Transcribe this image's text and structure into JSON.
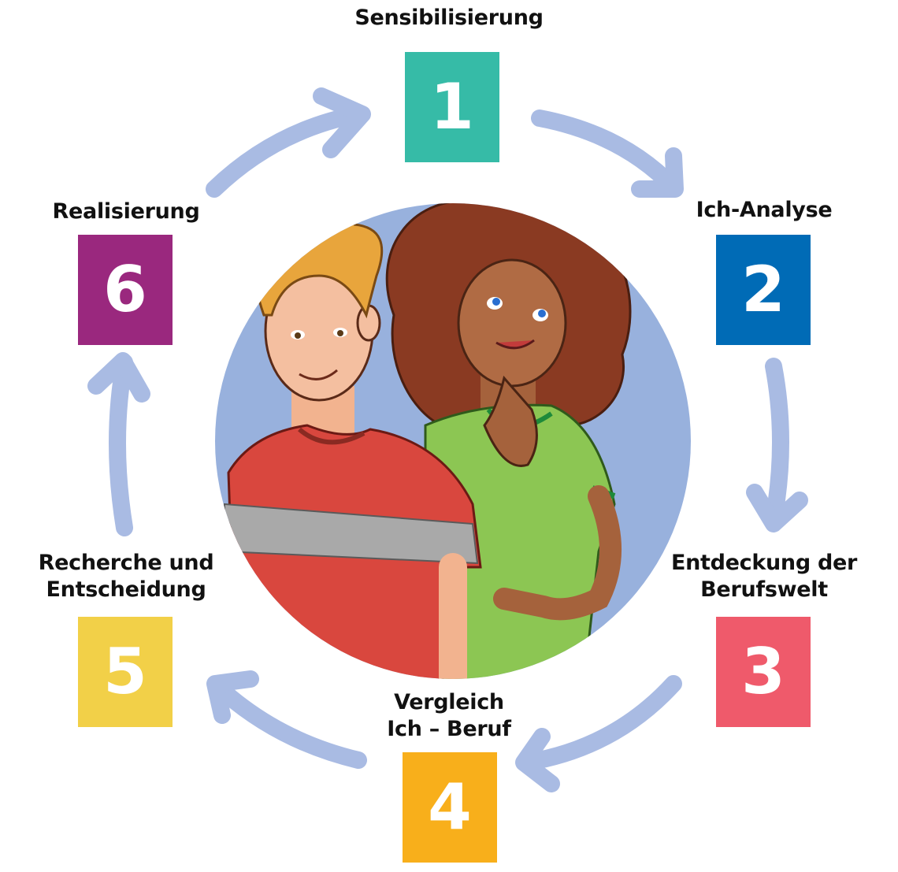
{
  "diagram": {
    "steps": [
      {
        "number": "1",
        "label_lines": [
          "Sensibilisierung"
        ],
        "color": "#36BBA7"
      },
      {
        "number": "2",
        "label_lines": [
          "Ich-Analyse"
        ],
        "color": "#006BB6"
      },
      {
        "number": "3",
        "label_lines": [
          "Entdeckung der",
          "Berufswelt"
        ],
        "color": "#EF5A6B"
      },
      {
        "number": "4",
        "label_lines": [
          "Vergleich",
          "Ich – Beruf"
        ],
        "color": "#F8AF1B"
      },
      {
        "number": "5",
        "label_lines": [
          "Recherche und",
          "Entscheidung"
        ],
        "color": "#F2D048"
      },
      {
        "number": "6",
        "label_lines": [
          "Realisierung"
        ],
        "color": "#9A287E"
      }
    ],
    "arrow_color": "#A9BBE3",
    "circle_color": "#98B1DD",
    "illustration": {
      "figures": [
        "boy-in-red-shirt",
        "girl-in-green-shirt"
      ]
    }
  }
}
